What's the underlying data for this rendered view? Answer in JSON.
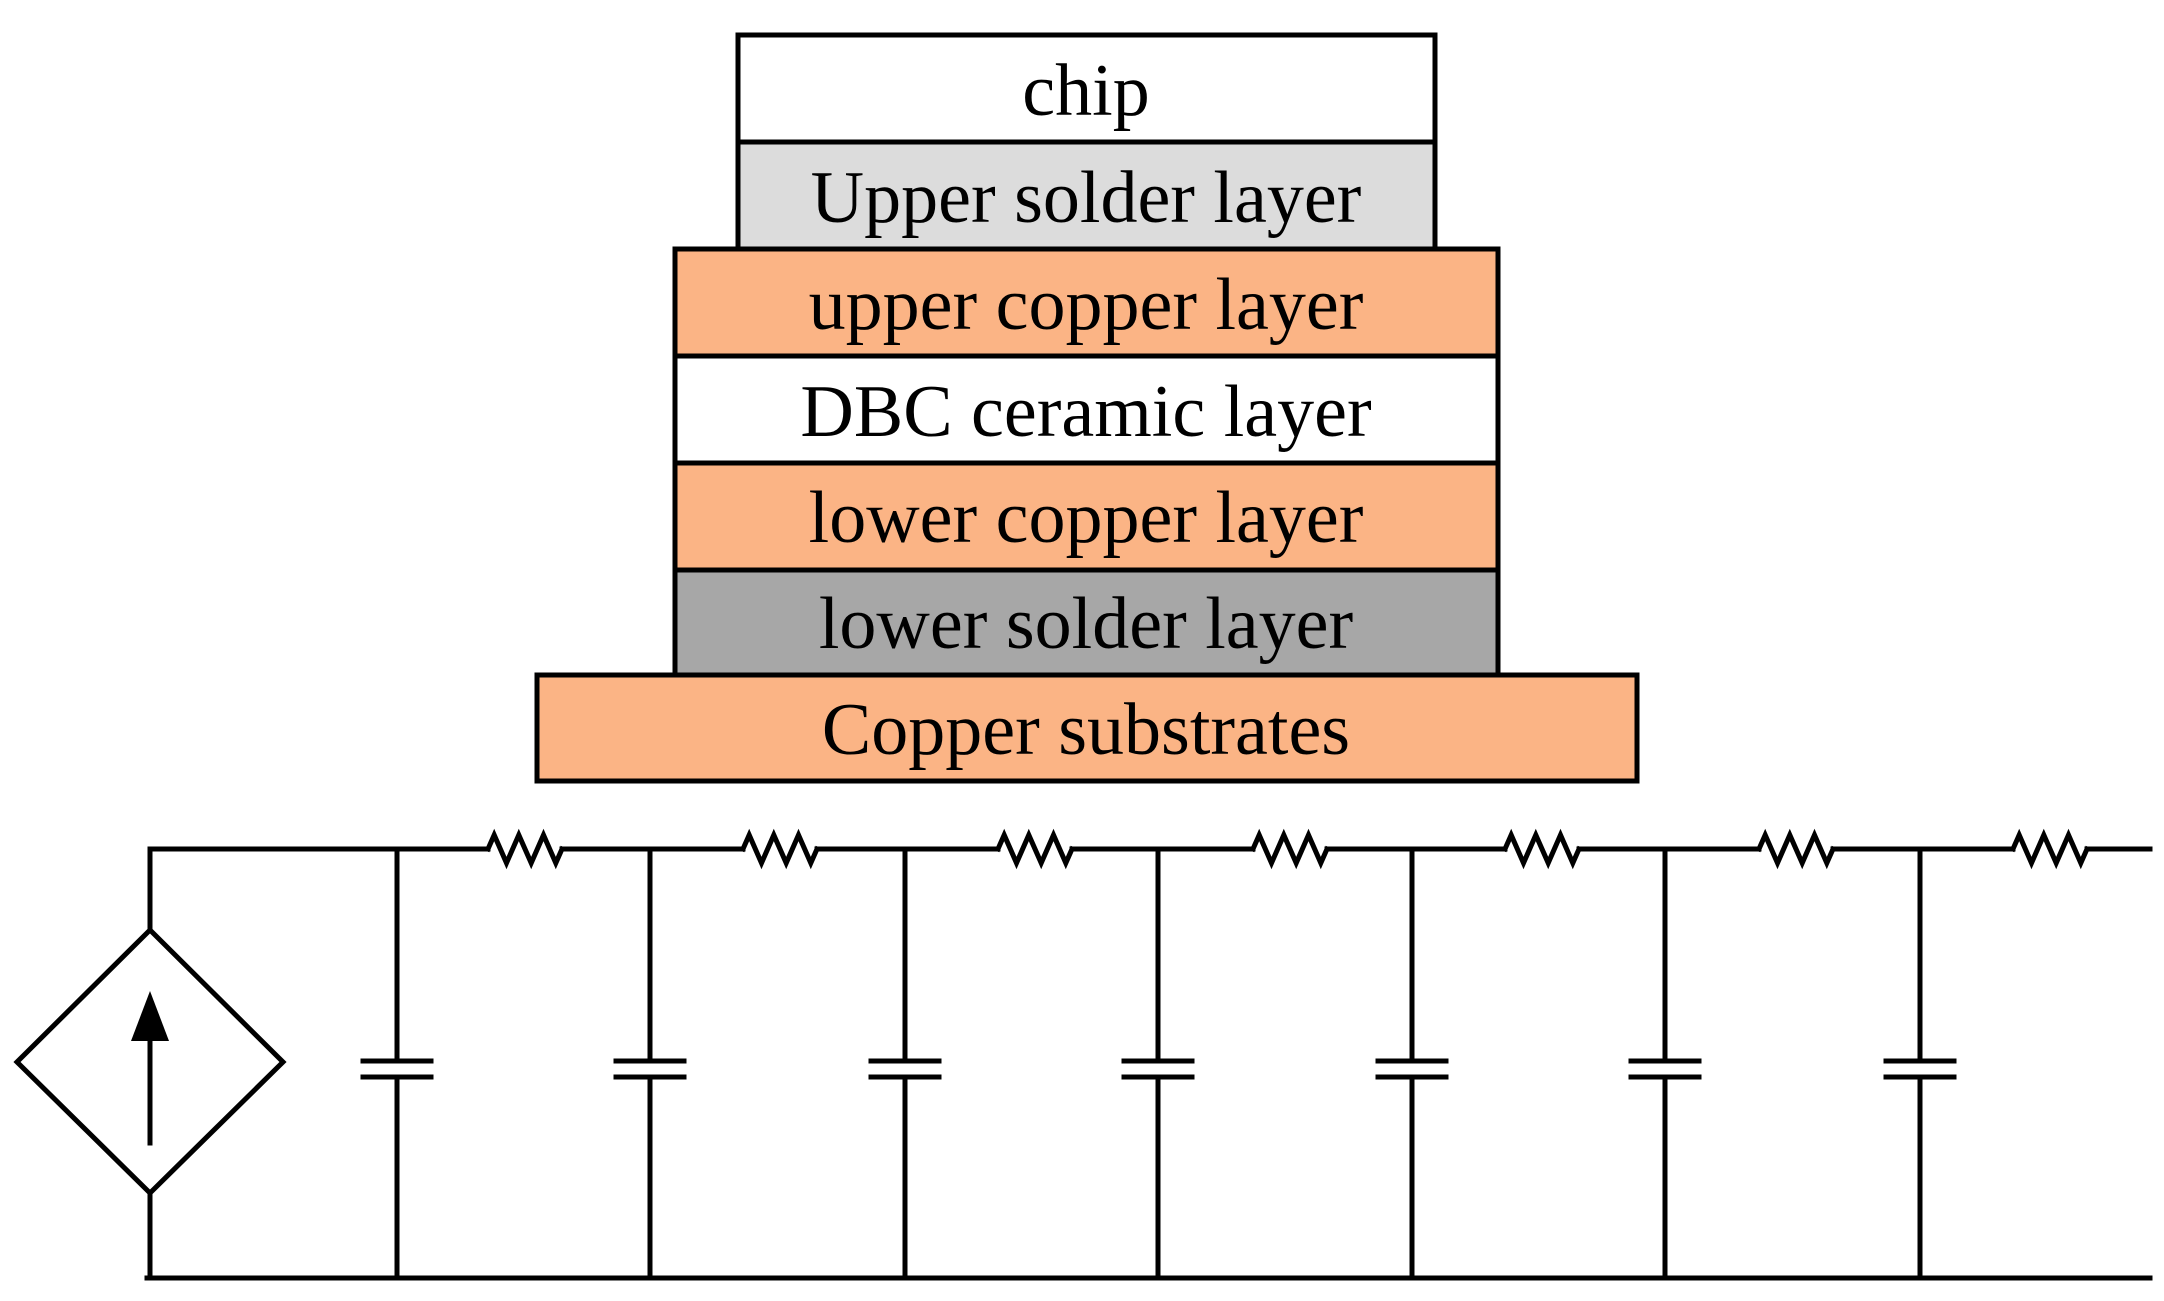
{
  "layers": [
    {
      "label": "chip",
      "fill": "#ffffff"
    },
    {
      "label": "Upper solder layer",
      "fill": "#dcdcdc"
    },
    {
      "label": "upper copper layer",
      "fill": "#fbb485"
    },
    {
      "label": "DBC ceramic layer",
      "fill": "#ffffff"
    },
    {
      "label": "lower copper layer",
      "fill": "#fbb485"
    },
    {
      "label": "lower solder layer",
      "fill": "#a7a7a7"
    },
    {
      "label": "Copper substrates",
      "fill": "#fbb485"
    }
  ],
  "circuit": {
    "source": "dependent-current-source",
    "rc_stages": 7
  },
  "colors": {
    "stroke": "#000000"
  }
}
